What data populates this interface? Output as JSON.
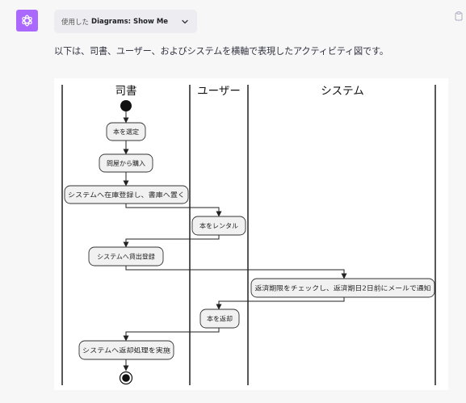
{
  "plugin": {
    "prefix": "使用した",
    "name": "Diagrams: Show Me"
  },
  "message": {
    "text": "以下は、司書、ユーザー、およびシステムを横軸で表現したアクティビティ図です。"
  },
  "diagram": {
    "lanes": [
      "司書",
      "ユーザー",
      "システム"
    ],
    "activities": [
      "本を選定",
      "問屋から購入",
      "システムへ在庫登録し、書庫へ置く",
      "本をレンタル",
      "システムへ貸出登録",
      "返済期限をチェックし、返済期日2日前にメールで通知",
      "本を返却",
      "システムへ返却処理を実施"
    ]
  },
  "colors": {
    "avatar": "#ab68ff",
    "chip_bg": "#ececf1",
    "page_bg": "#f7f7f8",
    "node_fill": "#f1f1f1"
  },
  "icons": {
    "avatar": "openai-logo-icon",
    "chip": "chevron-down-icon",
    "copy": "clipboard-icon"
  }
}
